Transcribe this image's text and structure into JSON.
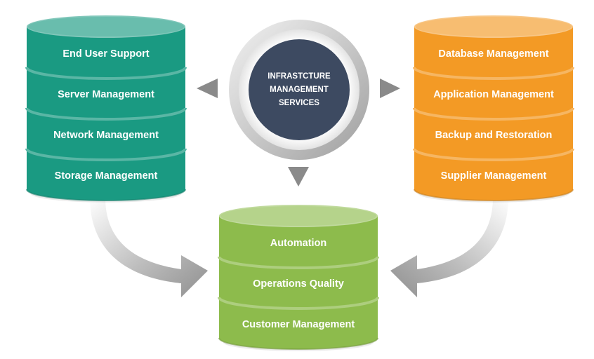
{
  "center": {
    "title_lines": [
      "INFRASTCTURE",
      "MANAGEMENT",
      "SERVICES"
    ]
  },
  "left_stack": {
    "color": "#1a9a82",
    "items": [
      "End User Support",
      "Server Management",
      "Network Management",
      "Storage Management"
    ]
  },
  "right_stack": {
    "color": "#f39a25",
    "items": [
      "Database Management",
      "Application Management",
      "Backup and Restoration",
      "Supplier Management"
    ]
  },
  "bottom_stack": {
    "color": "#8dbb4c",
    "items": [
      "Automation",
      "Operations Quality",
      "Customer Management"
    ]
  },
  "colors": {
    "center_fill": "#3d4a61",
    "ring": "#c7c7c7",
    "arrow": "#8a8a8a"
  }
}
